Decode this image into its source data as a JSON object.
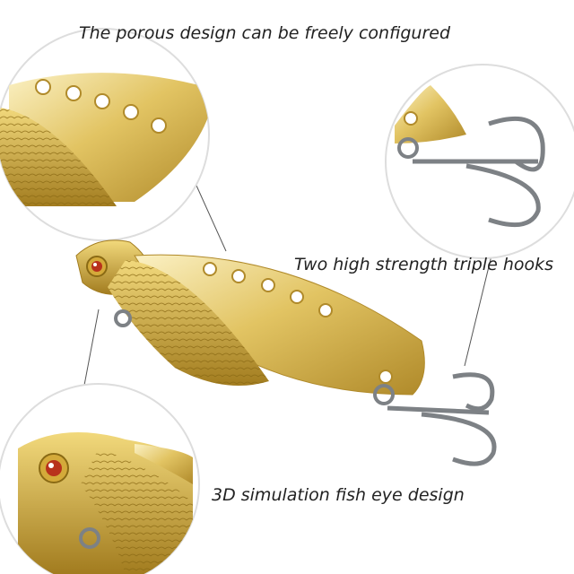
{
  "captions": {
    "porous": "The porous design can be freely configured",
    "hooks": "Two high strength triple hooks",
    "eye": "3D simulation fish eye design"
  },
  "colors": {
    "gold_light": "#f6e7a6",
    "gold_mid": "#d9b84e",
    "gold_dark": "#9c7a1e",
    "hook_silver": "#7d8185",
    "eye_red": "#b8321c",
    "callout_ring": "#dddddd",
    "leader_line": "#555555"
  }
}
